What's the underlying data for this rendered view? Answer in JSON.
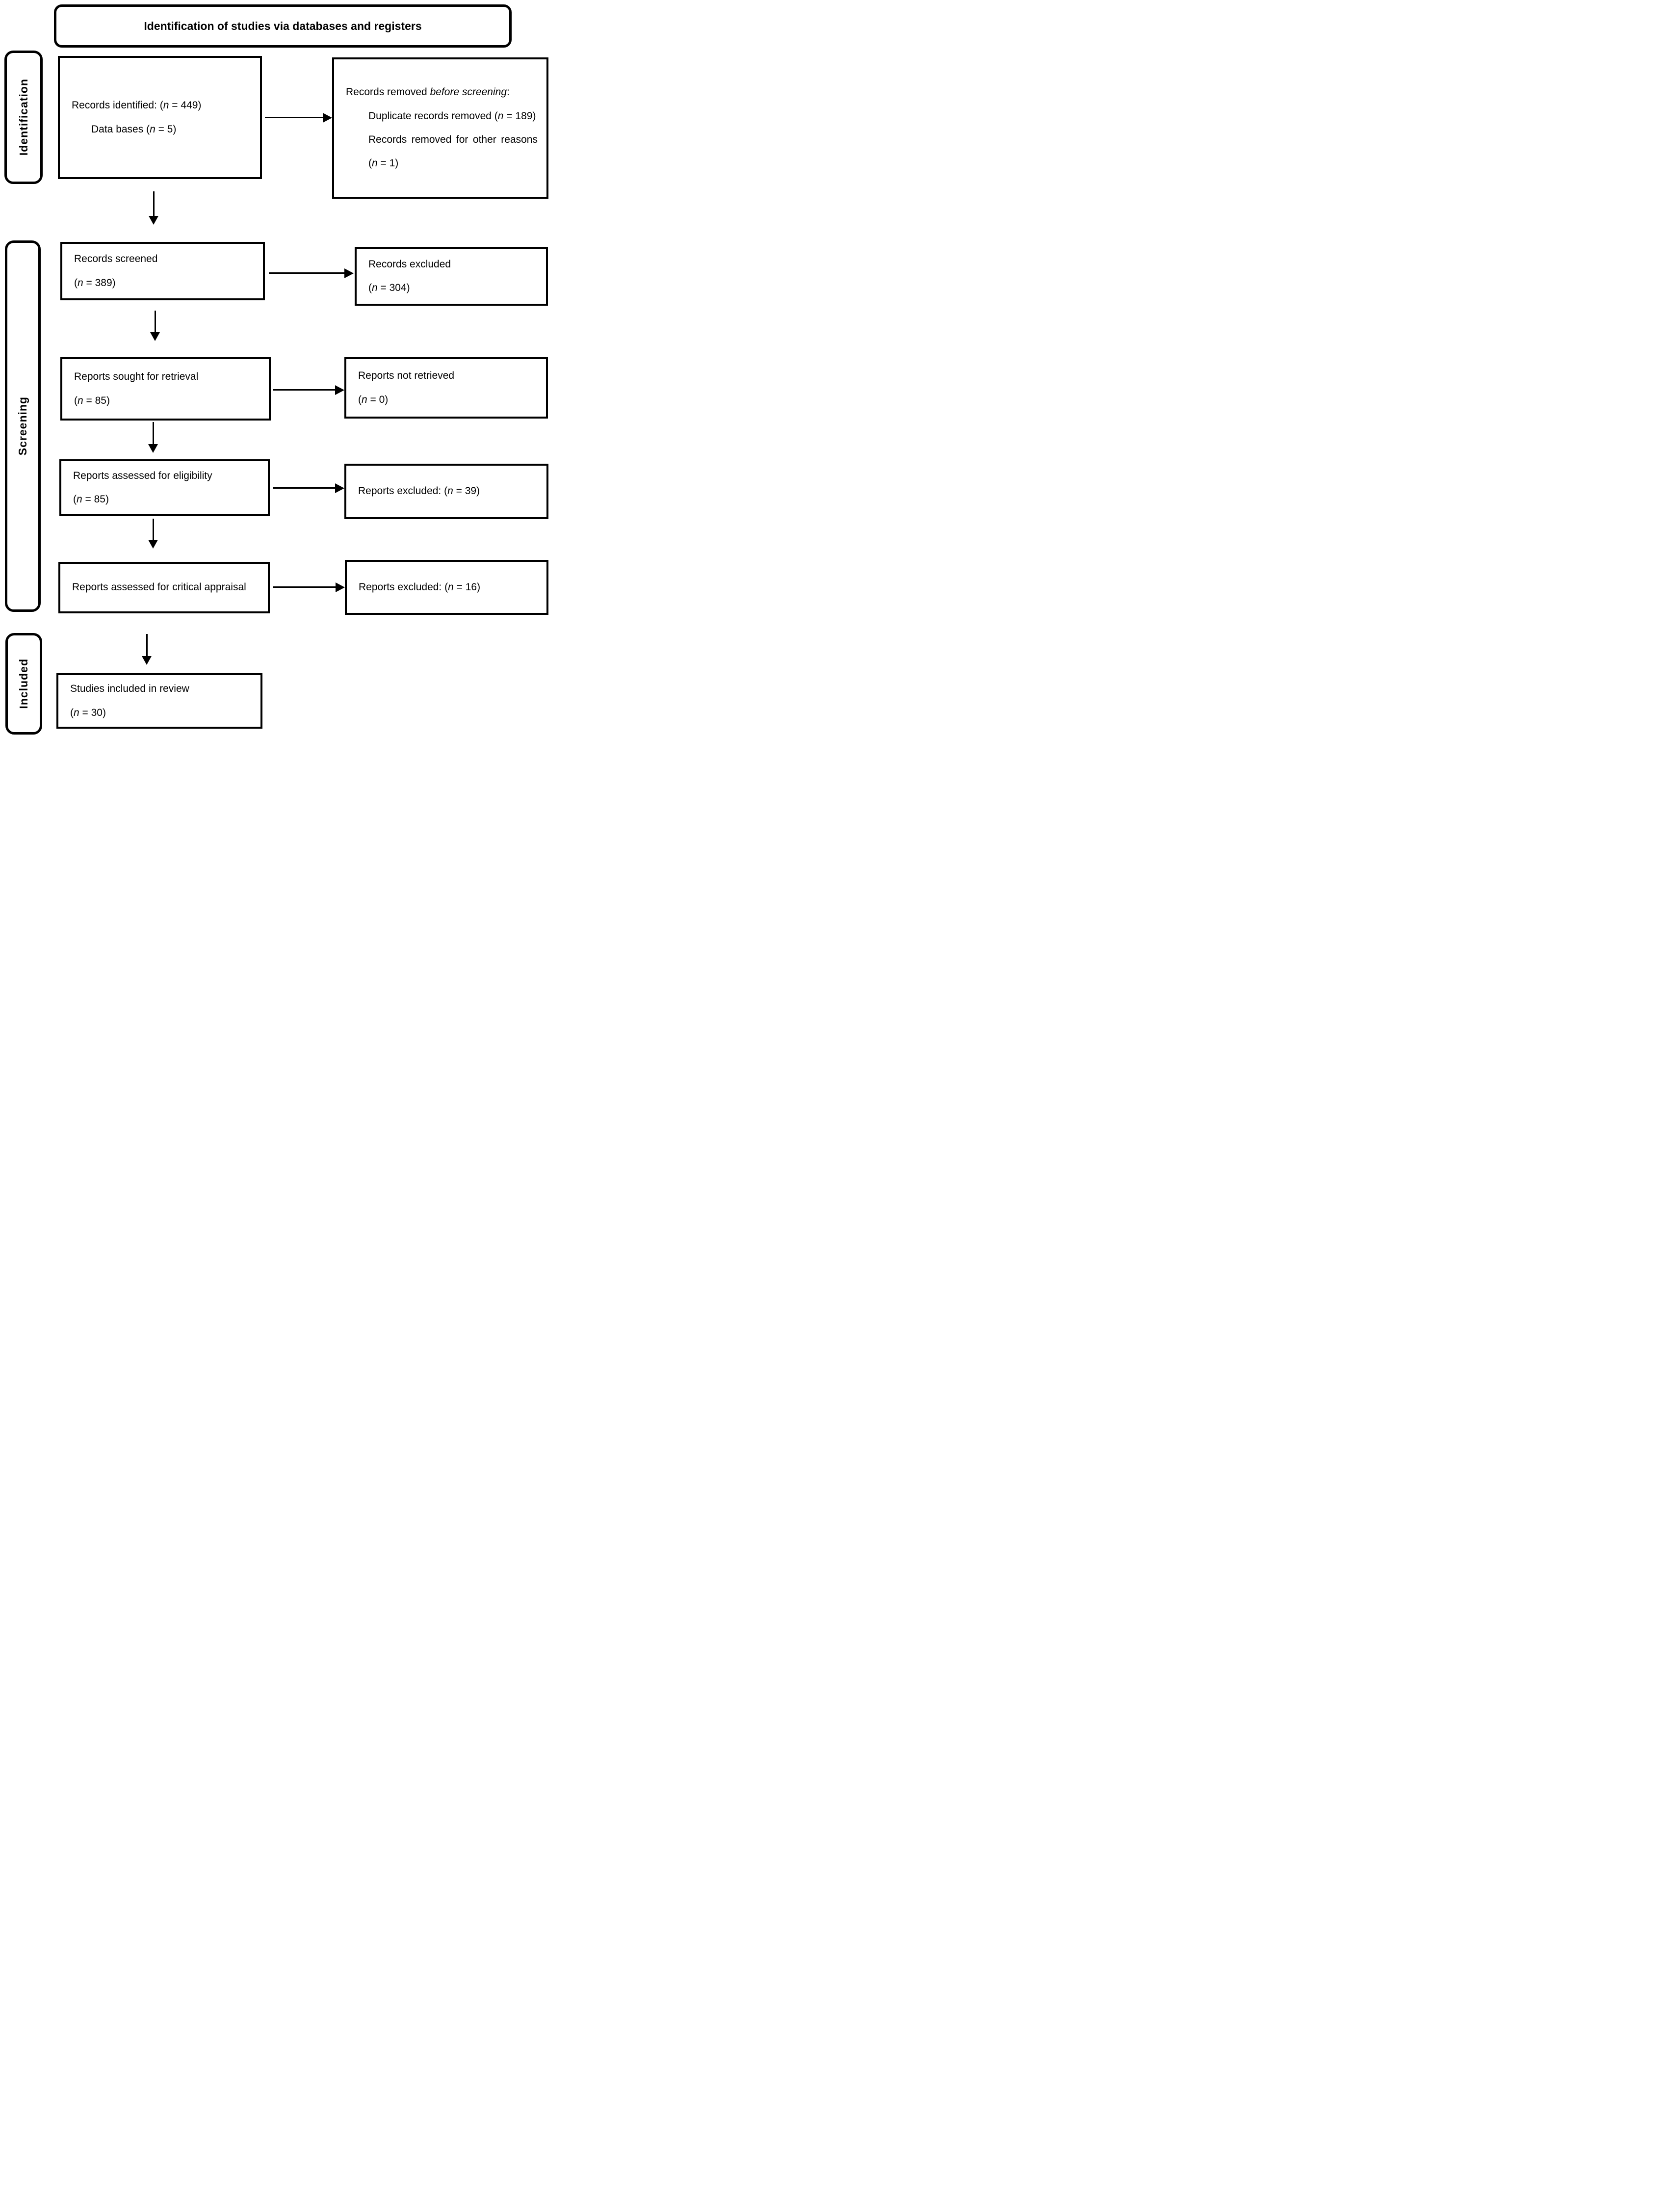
{
  "title": "Identification of studies via databases and registers",
  "stages": {
    "identification": "Identification",
    "screening": "Screening",
    "included": "Included"
  },
  "flow": {
    "records_identified": {
      "line1": "Records identified: (*n* = 449)",
      "line2": "Data bases (*n* = 5)"
    },
    "records_removed": {
      "heading": "Records removed *before screening*:",
      "item1": "Duplicate records removed (*n* = 189)",
      "item2": "Records removed for other reasons (*n* = 1)"
    },
    "records_screened": {
      "line1": "Records screened",
      "line2": "(*n* = 389)"
    },
    "records_excluded": {
      "line1": "Records excluded",
      "line2": "(*n* = 304)"
    },
    "reports_sought": {
      "line1": "Reports sought for retrieval",
      "line2": "(*n* = 85)"
    },
    "reports_not_retrieved": {
      "line1": "Reports not retrieved",
      "line2": "(*n* = 0)"
    },
    "reports_assessed_eligibility": {
      "line1": "Reports assessed for eligibility",
      "line2": "(*n* = 85)"
    },
    "reports_excluded_eligibility": {
      "line1": "Reports excluded: (*n* = 39)"
    },
    "reports_assessed_critical": {
      "line1": "Reports assessed for critical appraisal"
    },
    "reports_excluded_critical": {
      "line1": "Reports excluded: (*n* = 16)"
    },
    "studies_included": {
      "line1": "Studies included in review",
      "line2": "(*n* = 30)"
    }
  },
  "colors": {
    "ink": "#000000",
    "background": "#ffffff"
  }
}
